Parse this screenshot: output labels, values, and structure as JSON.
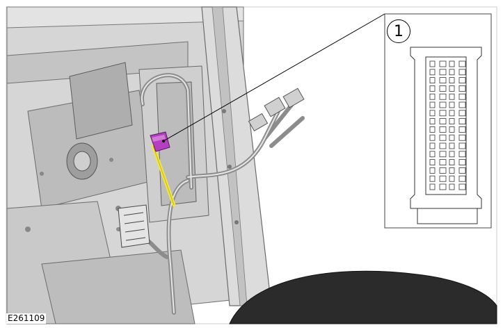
{
  "figure": {
    "reference_code": "E261109",
    "callouts": [
      {
        "number": "1",
        "label_target": "connector"
      }
    ]
  },
  "colors": {
    "metal_light": "#d9d9d9",
    "metal_mid": "#bdbdbd",
    "metal_dark": "#8f8f8f",
    "highlight_connector": "#b63ec2",
    "highlight_wire": "#f2e641",
    "seat_dark": "#2b2b2b",
    "line": "#3a3a3a"
  }
}
